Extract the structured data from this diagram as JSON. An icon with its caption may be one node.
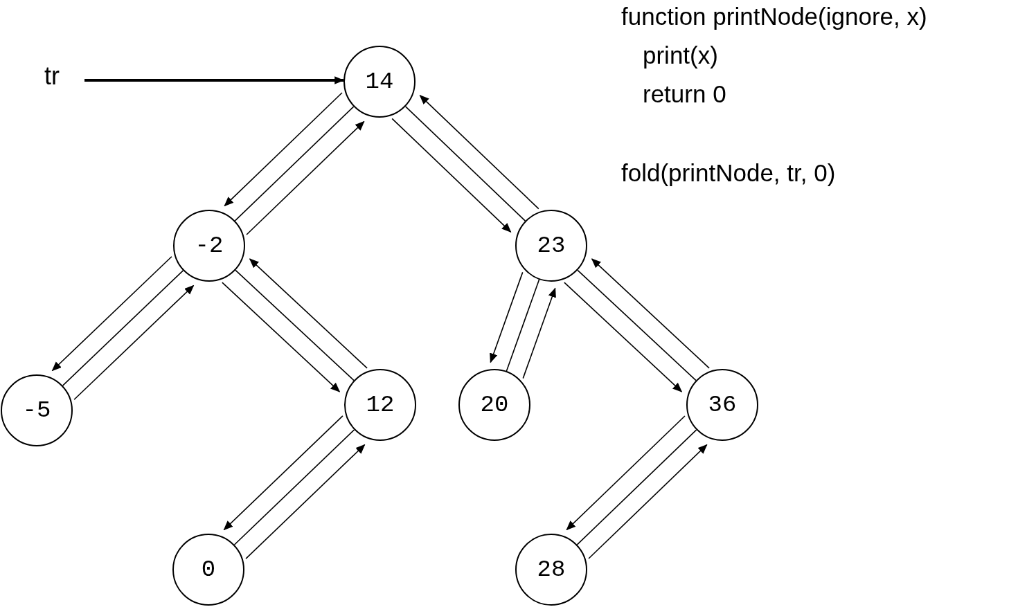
{
  "diagram": {
    "nodes": [
      {
        "text": [
          "tr"
        ]
      },
      {
        "text": [
          "14"
        ]
      },
      {
        "text": [
          "-2"
        ]
      },
      {
        "text": [
          "23"
        ]
      },
      {
        "text": [
          "-5"
        ]
      },
      {
        "text": [
          "12"
        ]
      },
      {
        "text": [
          "20"
        ]
      },
      {
        "text": [
          "36"
        ]
      },
      {
        "text": [
          "0"
        ]
      },
      {
        "text": [
          "28"
        ]
      }
    ],
    "edges": [
      {
        "from": 0,
        "to": 1,
        "arrow": "to",
        "style": "thick"
      },
      {
        "from": 1,
        "to": 2,
        "arrow": "none"
      },
      {
        "from": 1,
        "to": 3,
        "arrow": "none"
      },
      {
        "from": 2,
        "to": 4,
        "arrow": "none"
      },
      {
        "from": 2,
        "to": 5,
        "arrow": "none"
      },
      {
        "from": 3,
        "to": 6,
        "arrow": "none"
      },
      {
        "from": 3,
        "to": 7,
        "arrow": "none"
      },
      {
        "from": 5,
        "to": 8,
        "arrow": "none"
      },
      {
        "from": 7,
        "to": 9,
        "arrow": "none"
      },
      {
        "from": 1,
        "to": 2,
        "arrow": "to"
      },
      {
        "from": 2,
        "to": 1,
        "arrow": "to"
      },
      {
        "from": 1,
        "to": 3,
        "arrow": "to"
      },
      {
        "from": 3,
        "to": 1,
        "arrow": "to"
      },
      {
        "from": 2,
        "to": 4,
        "arrow": "to"
      },
      {
        "from": 4,
        "to": 2,
        "arrow": "to"
      },
      {
        "from": 2,
        "to": 5,
        "arrow": "to"
      },
      {
        "from": 5,
        "to": 2,
        "arrow": "to"
      },
      {
        "from": 3,
        "to": 6,
        "arrow": "to"
      },
      {
        "from": 6,
        "to": 3,
        "arrow": "to"
      },
      {
        "from": 3,
        "to": 7,
        "arrow": "to"
      },
      {
        "from": 7,
        "to": 3,
        "arrow": "to"
      },
      {
        "from": 5,
        "to": 8,
        "arrow": "to"
      },
      {
        "from": 8,
        "to": 5,
        "arrow": "to"
      },
      {
        "from": 7,
        "to": 9,
        "arrow": "to"
      },
      {
        "from": 9,
        "to": 7,
        "arrow": "to"
      }
    ],
    "labels": [
      "function printNode(ignore, x)",
      "print(x)",
      "return 0",
      "fold(printNode, tr, 0)"
    ]
  }
}
